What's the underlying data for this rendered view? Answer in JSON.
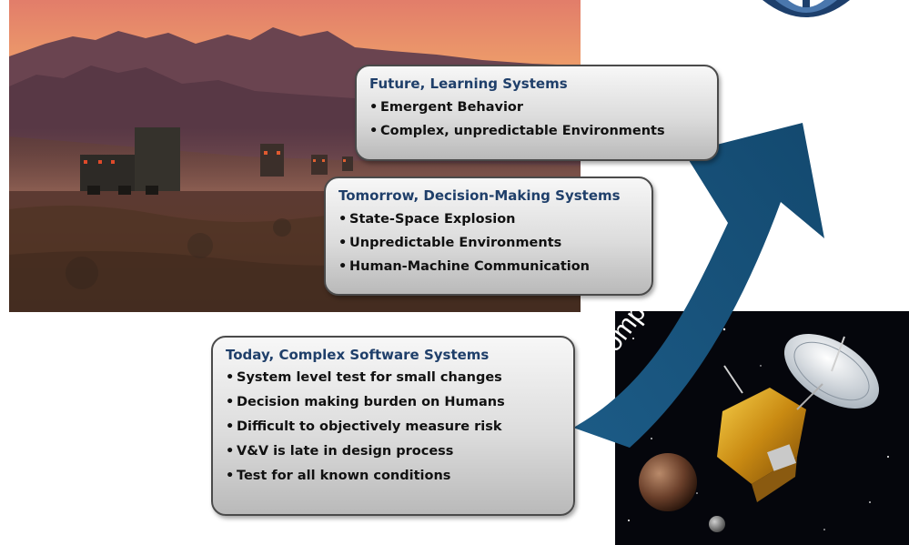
{
  "diagram": {
    "arrow_label": "complexity",
    "boxes": [
      {
        "title": "Future, Learning Systems",
        "items": [
          "Emergent Behavior",
          "Complex, unpredictable Environments"
        ]
      },
      {
        "title": "Tomorrow, Decision-Making Systems",
        "items": [
          "State-Space Explosion",
          "Unpredictable Environments",
          "Human-Machine Communication"
        ]
      },
      {
        "title": "Today, Complex Software Systems",
        "items": [
          "System level test for small changes",
          "Decision making burden on Humans",
          "Difficult to objectively measure risk",
          "V&V is late in design process",
          "Test for all known conditions"
        ]
      }
    ],
    "bullet_char": "•",
    "colors": {
      "arrow": "#16527c",
      "box_title": "#1f3f6a",
      "box_border": "#4a4a4a",
      "box_text": "#111111"
    }
  }
}
